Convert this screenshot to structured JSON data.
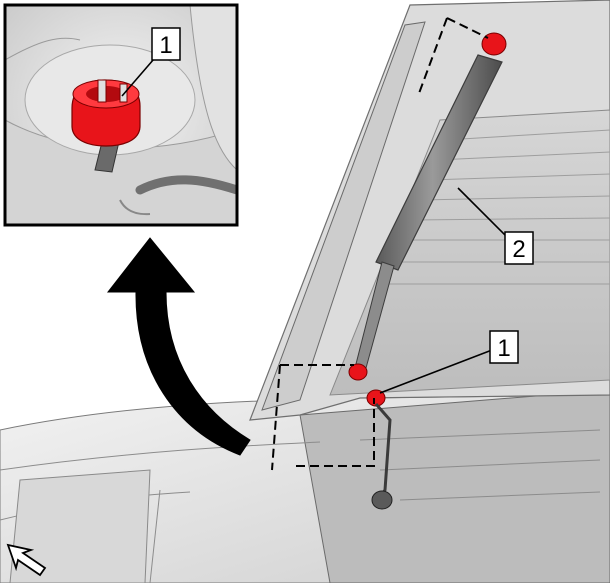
{
  "callouts": {
    "inset_1": "1",
    "strut_2": "2",
    "clip_1": "1"
  },
  "icons": {
    "arrow_curved": "curved-arrow-icon",
    "direction": "direction-arrow-icon"
  },
  "colors": {
    "clip_red": "#e8141a",
    "line": "#000000",
    "body_light": "#e6e6e6",
    "body_mid": "#c8c8c8",
    "strut_dark": "#6e6e6e"
  }
}
